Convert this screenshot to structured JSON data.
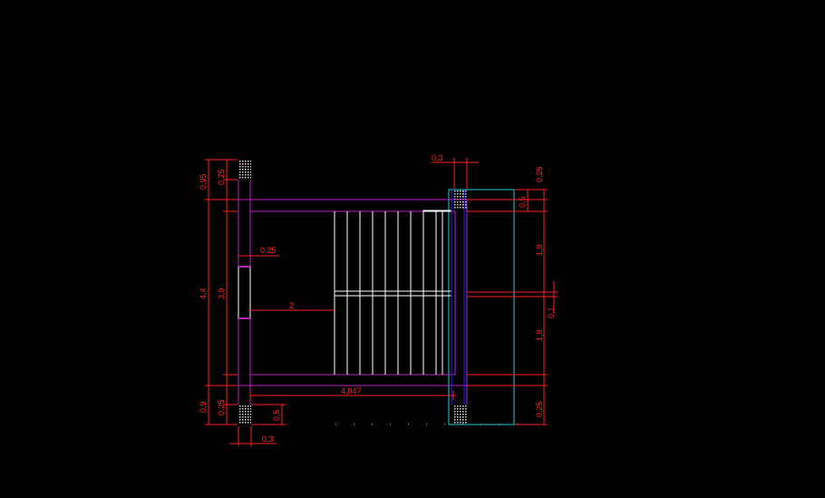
{
  "colors": {
    "background": "#000000",
    "wall": "#c020c0",
    "dimension": "#ff2020",
    "cyan": "#20d0d0",
    "steps": "#ffffff",
    "blue": "#2020ff"
  },
  "dimensions": {
    "top_col_gap": "0,3",
    "left_095": "0,95",
    "left_025_top": "0,25",
    "left_44": "4,4",
    "left_39": "3,9",
    "inner_025": "0,25",
    "landing": "2",
    "left_09": "0,9",
    "left_025_bottom": "0,25",
    "bottom_05": "0,5",
    "bottom_03": "0,3",
    "total_4847": "4,847",
    "right_025_top": "0,25",
    "right_05": "0,5",
    "right_19_top": "1,9",
    "right_01": "0,1",
    "right_19_bottom": "1,9",
    "right_025_bottom": "0,25"
  }
}
